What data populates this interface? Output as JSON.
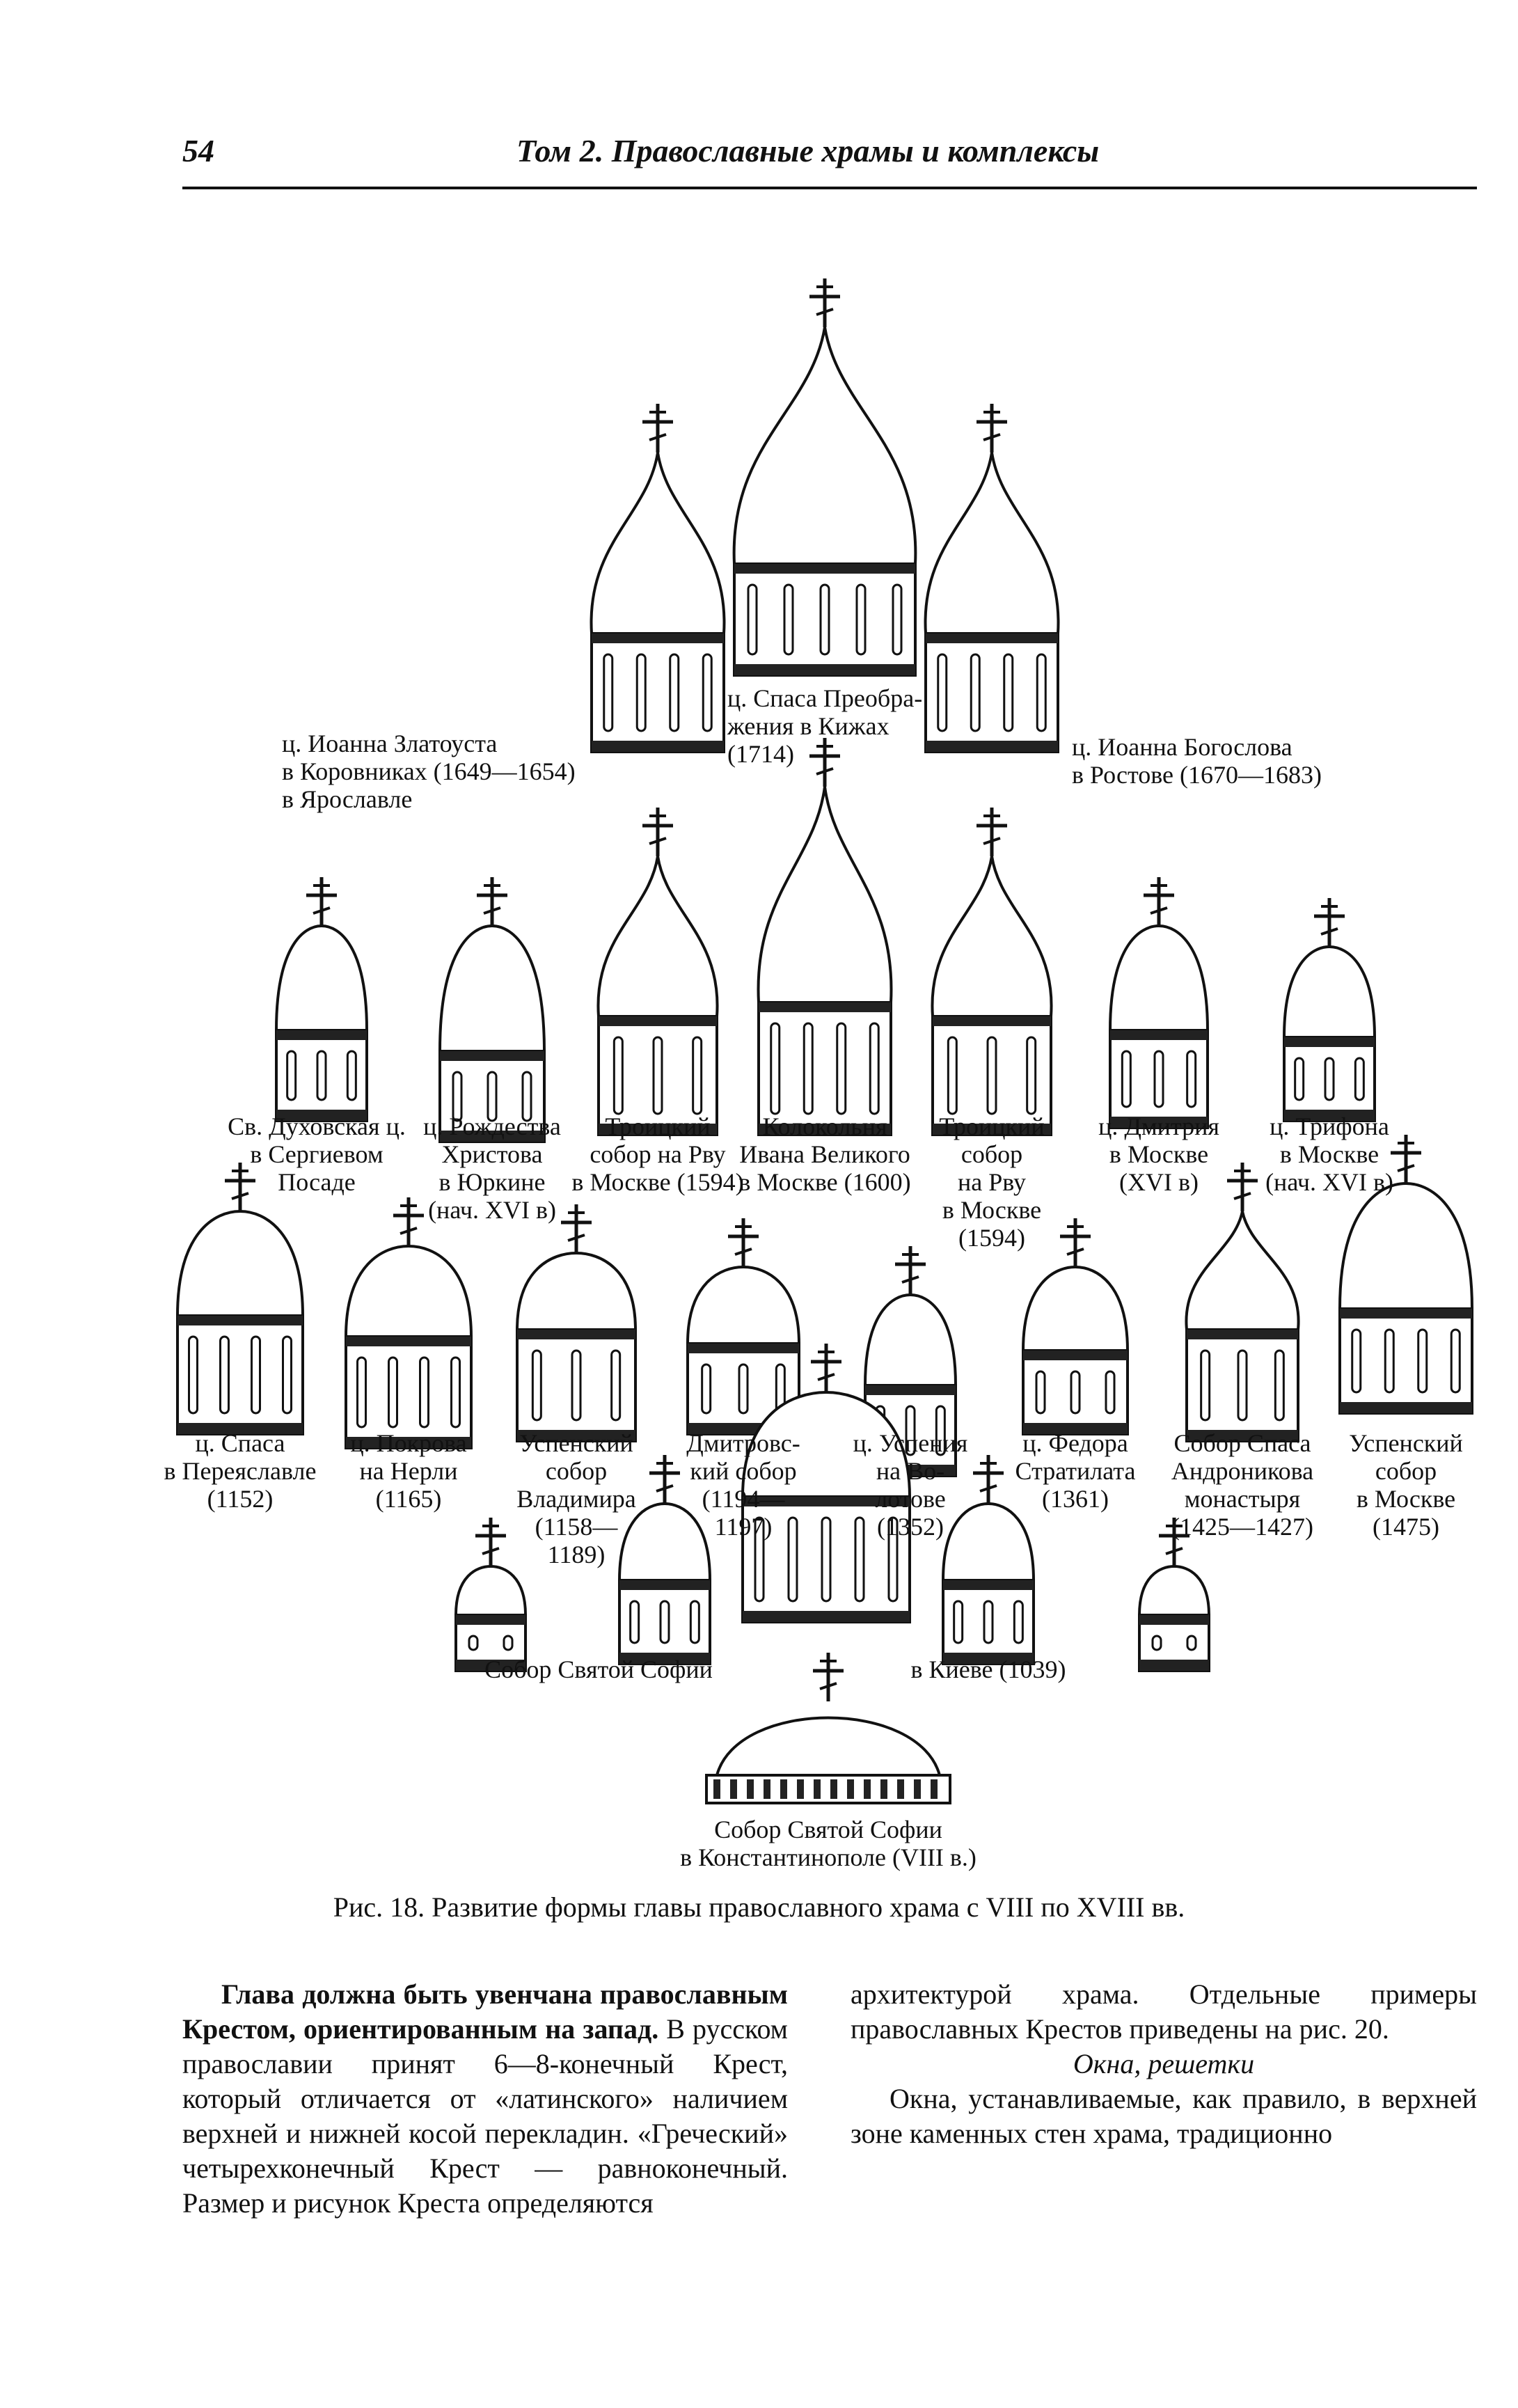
{
  "header": {
    "page_number": "54",
    "running_title": "Том 2. Православные храмы и комплексы"
  },
  "figure": {
    "labels": {
      "zlatoust": [
        "ц. Иоанна Златоуста",
        "в Коровниках (1649—1654)",
        "в Ярославле"
      ],
      "kizhi": [
        "ц. Спаса Преобра-",
        "жения в Кижах",
        "(1714)"
      ],
      "bogoslov": [
        "ц. Иоанна Богослова",
        "в Ростове (1670—1683)"
      ],
      "duhov": [
        "Св. Духовская ц.",
        "в Сергиевом",
        "Посаде"
      ],
      "yurkino": [
        "ц. Рождества",
        "Христова",
        "в Юркине",
        "(нач. XVI в)"
      ],
      "troitsky1": [
        "Троицкий",
        "собор на Рву",
        "в Москве (1594)"
      ],
      "ivan": [
        "Колокольня",
        "Ивана Великого",
        "в Москве (1600)"
      ],
      "troitsky2": [
        "Троицкий",
        "собор",
        "на Рву",
        "в Москве",
        "(1594)"
      ],
      "dmitry": [
        "ц. Дмитрия",
        "в Москве",
        "(XVI в)"
      ],
      "trifon": [
        "ц. Трифона",
        "в Москве",
        "(нач. XVI в)"
      ],
      "spas_per": [
        "ц. Спаса",
        "в Переяславле",
        "(1152)"
      ],
      "nerl": [
        "ц. Покрова",
        "на Нерли",
        "(1165)"
      ],
      "uspensky_vlad": [
        "Успенский",
        "собор",
        "Владимира",
        "(1158—",
        "1189)"
      ],
      "dmitrov": [
        "Дмитровс-",
        "кий собор",
        "(1194—",
        "1197)"
      ],
      "volotovo": [
        "ц. Успения",
        "на Во-",
        "лотове",
        "(1352)"
      ],
      "fedor": [
        "ц. Федора",
        "Стратилата",
        "(1361)"
      ],
      "andronikov": [
        "Собор Спаса",
        "Андроникова",
        "монастыря",
        "(1425—1427)"
      ],
      "uspensky_msk": [
        "Успенский",
        "собор",
        "в Москве",
        "(1475)"
      ],
      "sofia_kiev_left": "Собор Святой Софии",
      "sofia_kiev_right": "в Киеве (1039)",
      "sofia_cpl": [
        "Собор Святой Софии",
        "в Константинополе (VIII в.)"
      ]
    }
  },
  "caption": "Рис. 18. Развитие формы главы православного храма с VIII по XVIII вв.",
  "body": {
    "left_bold": "Глава должна быть увенчана православным Крестом, ориентированным на запад.",
    "left_text": " В русском православии принят 6—8-конечный Крест, который отличается от «латинского» наличием верхней и нижней косой перекладин. «Греческий» четырехконечный Крест — равноконечный. Размер и рисунок Креста определяются",
    "right_text": "архитектурой храма. Отдельные примеры православных Крестов приведены на рис. 20.",
    "subheading": "Окна, решетки",
    "right_text2": "Окна, устанавливаемые, как правило, в верхней зоне каменных стен храма, традиционно"
  }
}
